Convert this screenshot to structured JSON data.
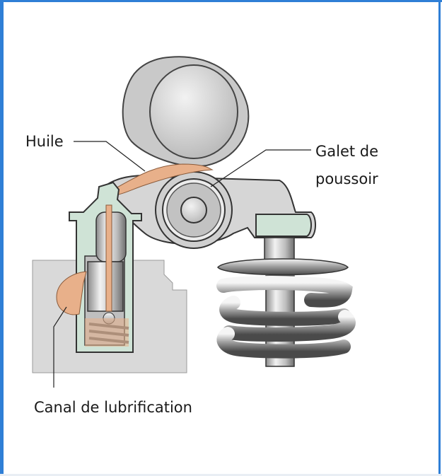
{
  "labels": {
    "oil": "Huile",
    "roller_line1": "Galet de",
    "roller_line2": "poussoir",
    "lubrication_channel": "Canal de lubrification"
  },
  "colors": {
    "frame_border": "#2f7fd6",
    "block_grey": "#d9d9d9",
    "oil_orange": "#e8b08a",
    "housing_green": "#cfe3d6",
    "metal_light": "#dcdcdc",
    "metal_dark": "#7a7a7a"
  }
}
